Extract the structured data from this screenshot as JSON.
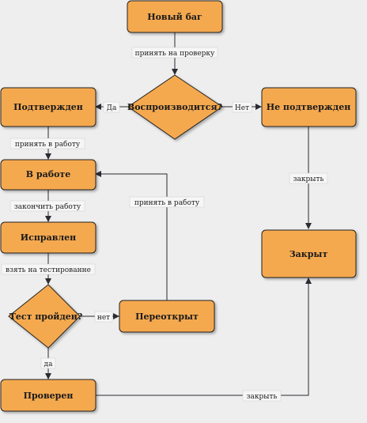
{
  "colors": {
    "node_fill": "#f5a94f",
    "node_stroke": "#222222",
    "edge": "#2b2b33",
    "background": "#eeeeee"
  },
  "nodes": {
    "new_bug": "Новый баг",
    "reproducible": "Воспроизводится?",
    "confirmed": "Подтвержден",
    "not_confirmed": "Не подтвержден",
    "in_progress": "В работе",
    "fixed": "Исправлен",
    "test_passed": "Тест пройден?",
    "reopened": "Переоткрыт",
    "verified": "Проверен",
    "closed": "Закрыт"
  },
  "edges": {
    "accept_for_review": "принять на проверку",
    "yes_1": "Да",
    "no_1": "Нет",
    "accept_to_work_1": "принять в работу",
    "close_1": "закрыть",
    "finish_work": "закончить работу",
    "accept_to_work_2": "принять в работу",
    "take_for_testing": "взять на тестированне",
    "no_2": "нет",
    "yes_2": "да",
    "close_2": "закрыть"
  }
}
